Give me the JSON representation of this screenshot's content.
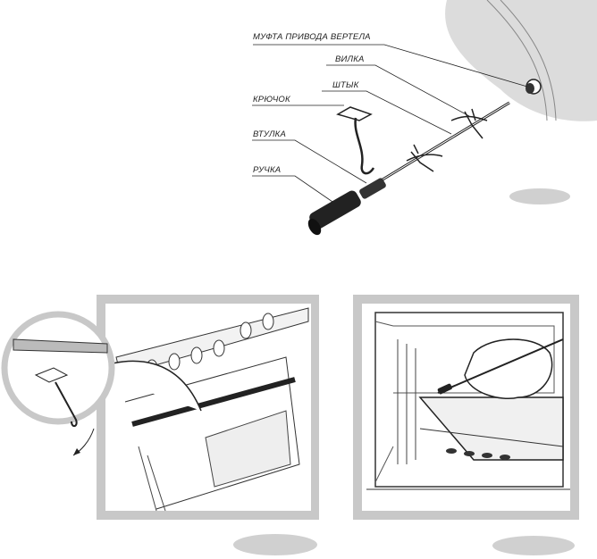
{
  "labels": {
    "coupling": "МУФТА ПРИВОДА ВЕРТЕЛА",
    "fork": "ВИЛКА",
    "spit": "ШТЫК",
    "hook": "КРЮЧОК",
    "bushing": "ВТУЛКА",
    "handle": "РУЧКА"
  },
  "colors": {
    "panel_frame": "#c8c8c8",
    "oval": "#d0d0d0",
    "oven_wall": "#dcdcdc"
  }
}
